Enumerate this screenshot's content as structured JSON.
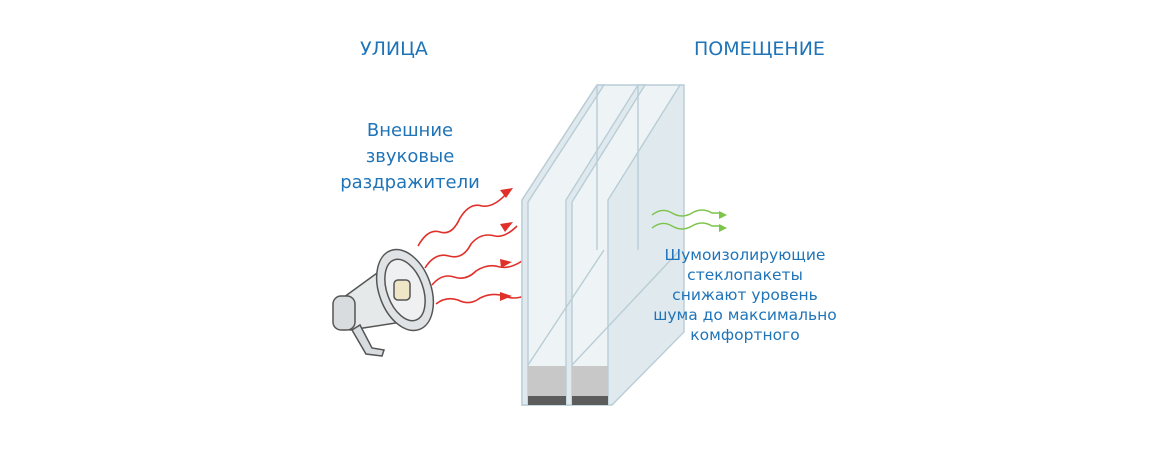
{
  "headings": {
    "outside": "УЛИЦА",
    "inside": "ПОМЕЩЕНИЕ"
  },
  "left_caption": [
    "Внешние",
    "звуковые",
    "раздражители"
  ],
  "right_caption": [
    "Шумоизолирующие",
    "стеклопакеты",
    "снижают уровень",
    "шума до максимально",
    "комфортного"
  ],
  "colors": {
    "text": "#1f74b8",
    "loud_waves": "#e0302a",
    "quiet_waves": "#7cc44a",
    "glass": "#dfe9ee",
    "spacer": "#c8c8c8"
  }
}
